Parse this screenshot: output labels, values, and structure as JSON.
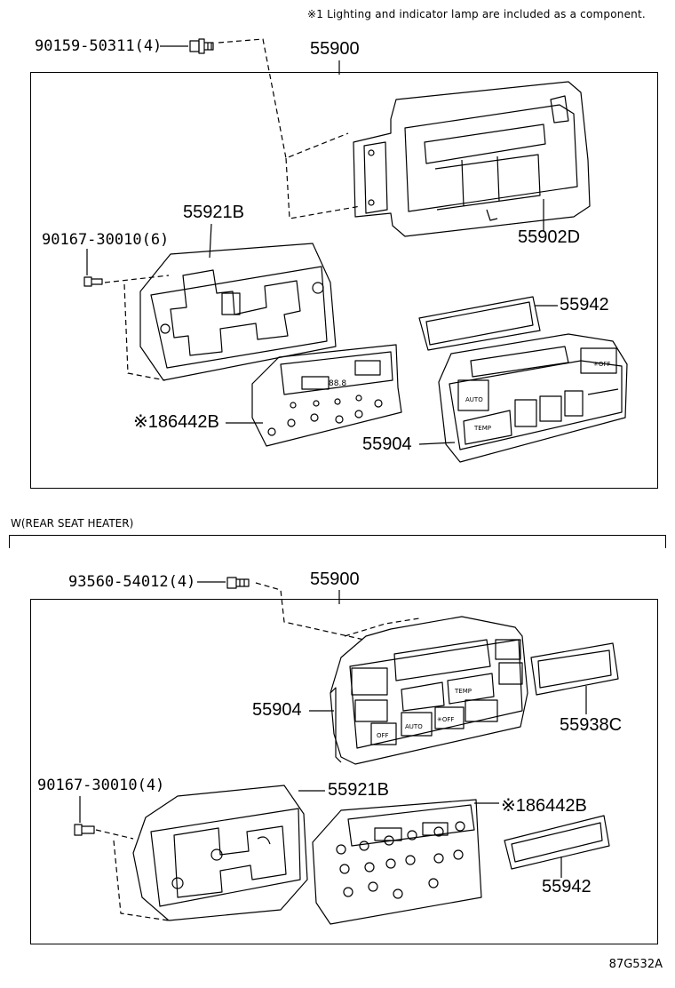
{
  "note": "※1 Lighting and indicator lamp are included as a component.",
  "section_label": "W(REAR SEAT HEATER)",
  "drawing_code": "87G532A",
  "upper": {
    "screw": "90159-50311(4)",
    "assembly": "55900",
    "bracket": "55902D",
    "panel": "55921B",
    "panel_screw": "90167-30010(6)",
    "glass": "55942",
    "board": "※186442B",
    "control": "55904",
    "display_temp": "88.8"
  },
  "lower": {
    "screw": "93560-54012(4)",
    "assembly": "55900",
    "control": "55904",
    "glass_c": "55938C",
    "panel_screw": "90167-30010(4)",
    "panel": "55921B",
    "board": "※186442B",
    "glass": "55942"
  },
  "buttons": {
    "auto": "AUTO",
    "temp": "TEMP",
    "off": "OFF",
    "ac_off": "✳OFF"
  }
}
